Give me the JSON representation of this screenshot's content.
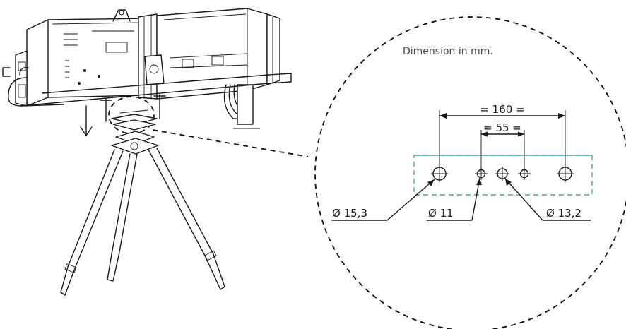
{
  "diagram": {
    "note": "Dimension in mm.",
    "dimensions": {
      "overall_span": "= 160 =",
      "inner_span": "= 55 ="
    },
    "hole_labels": {
      "large": "Ø 15,3",
      "small": "Ø 11",
      "medium": "Ø 13,2"
    },
    "colors": {
      "outline": "#1a1a1a",
      "plate_outline": "#2e9b94"
    }
  }
}
